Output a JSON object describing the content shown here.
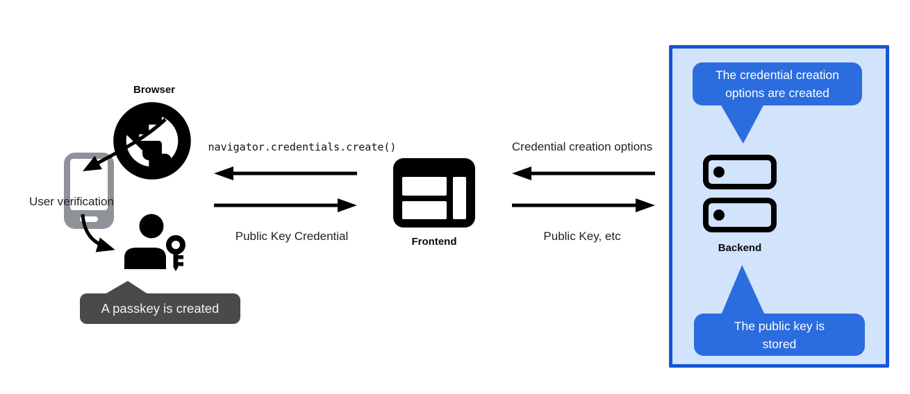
{
  "left": {
    "browser_label": "Browser",
    "user_verification_label": "User verification",
    "passkey_callout_text": "A passkey is created"
  },
  "frontend": {
    "label": "Frontend",
    "code_call": "navigator.credentials.create()",
    "return_label": "Public Key Credential"
  },
  "backend": {
    "label": "Backend",
    "request_label": "Credential creation options",
    "response_label": "Public Key, etc",
    "callout_top_text": "The credential creation options are created",
    "callout_bottom_text": "The public key is stored"
  },
  "icons": {
    "globe": "globe-icon",
    "phone": "phone-icon",
    "user_key": "user-with-key-icon",
    "frontend_window": "browser-window-icon",
    "backend_servers": "server-stack-icon"
  },
  "colors": {
    "callout_blue": "#2b6cde",
    "box_border_blue": "#1457d5",
    "box_bg_blue": "#d2e3fc",
    "dark_callout_gray": "#4a4a4a",
    "phone_gray": "#8e9299",
    "arrow_black": "#000000"
  }
}
